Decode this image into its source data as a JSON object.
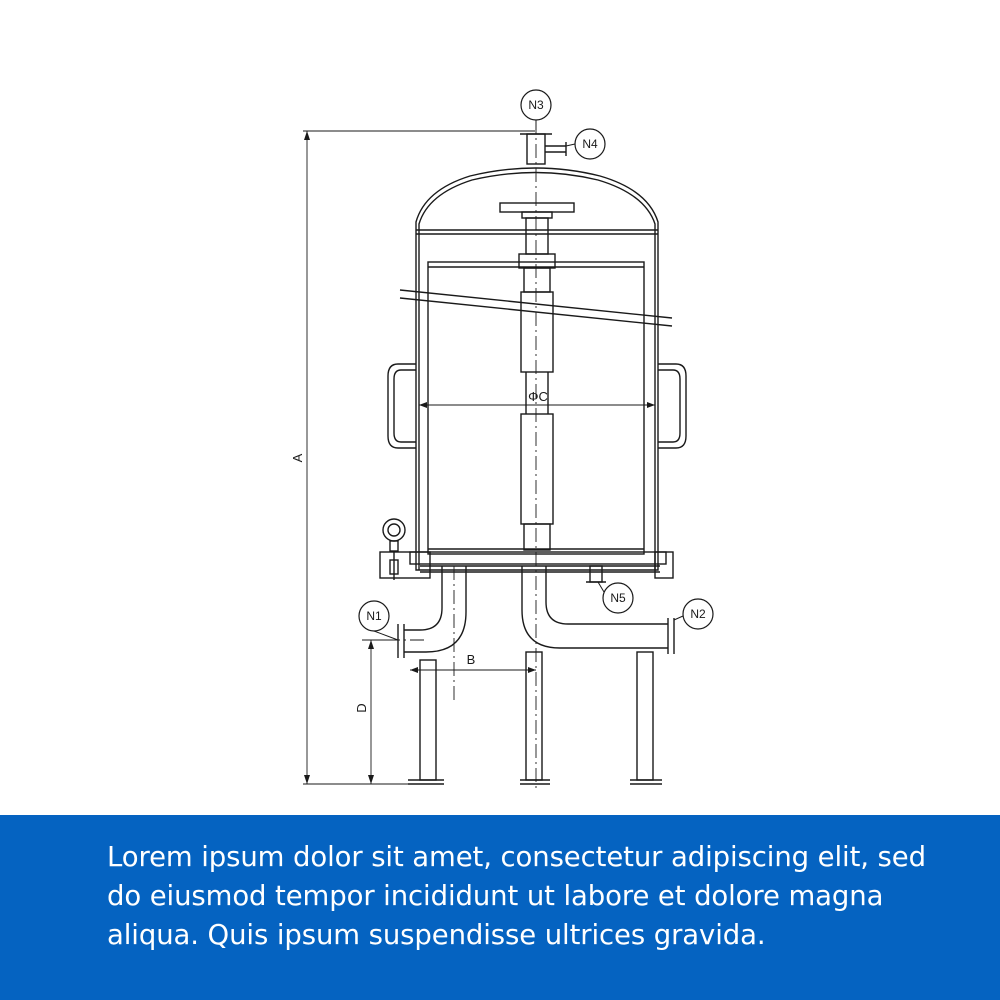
{
  "colors": {
    "caption_bg": "#0563c1",
    "caption_text": "#ffffff",
    "line": "#1a1a1a"
  },
  "diagram": {
    "nozzles": {
      "n1": "N1",
      "n2": "N2",
      "n3": "N3",
      "n4": "N4",
      "n5": "N5"
    },
    "dimensions": {
      "a": "A",
      "b": "B",
      "c": "ΦC",
      "d": "D"
    }
  },
  "caption": {
    "text": "Lorem ipsum dolor sit amet, consectetur adipiscing elit, sed do eiusmod tempor incididunt ut labore et dolore magna aliqua. Quis ipsum suspendisse ultrices gravida."
  }
}
